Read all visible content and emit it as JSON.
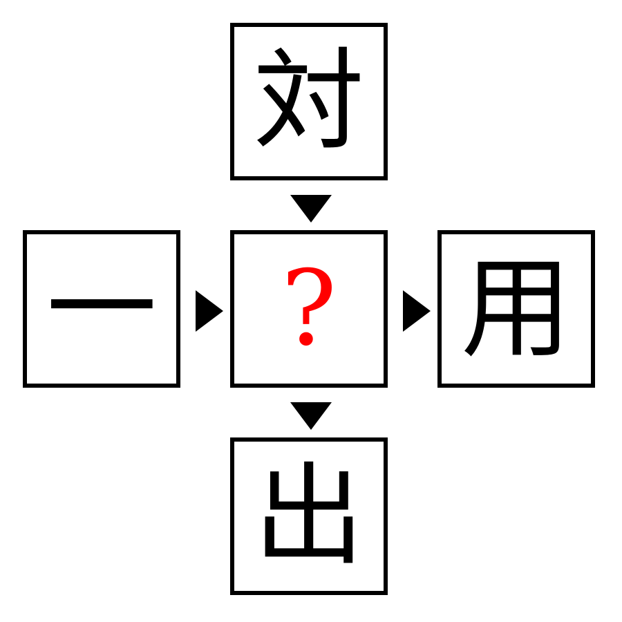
{
  "puzzle": {
    "top_char": "対",
    "left_char": "一",
    "center_char": "?",
    "right_char": "用",
    "bottom_char": "出"
  },
  "colors": {
    "box_border": "#000000",
    "text": "#000000",
    "question_mark": "#ff0000",
    "arrow": "#000000"
  },
  "icons": {
    "arrow_down": "down-triangle-icon",
    "arrow_right": "right-triangle-icon"
  }
}
